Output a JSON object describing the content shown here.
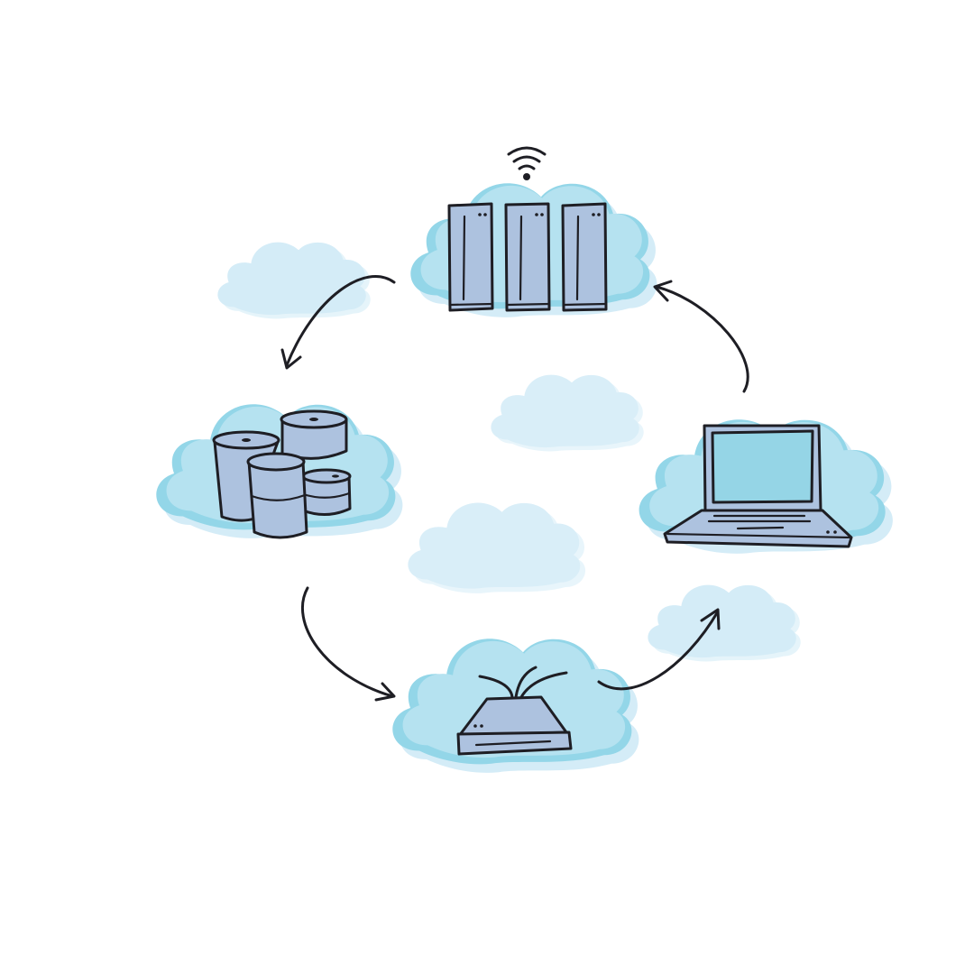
{
  "diagram": {
    "nodes": [
      {
        "id": "servers",
        "icon": "server-rack-icon"
      },
      {
        "id": "database",
        "icon": "database-icon"
      },
      {
        "id": "router",
        "icon": "router-icon"
      },
      {
        "id": "laptop",
        "icon": "laptop-icon"
      }
    ],
    "edges": [
      {
        "from": "servers",
        "to": "database"
      },
      {
        "from": "database",
        "to": "router"
      },
      {
        "from": "router",
        "to": "laptop"
      },
      {
        "from": "laptop",
        "to": "servers"
      }
    ],
    "decorations": [
      "wifi-icon",
      "cloud-shape"
    ]
  },
  "colors": {
    "cloud_dark": "#93d6e8",
    "cloud_mid": "#b5e2f0",
    "cloud_light": "#d4ecf7",
    "device_fill": "#adc2df",
    "screen_fill": "#95d5e6",
    "ink": "#1e1e24"
  }
}
